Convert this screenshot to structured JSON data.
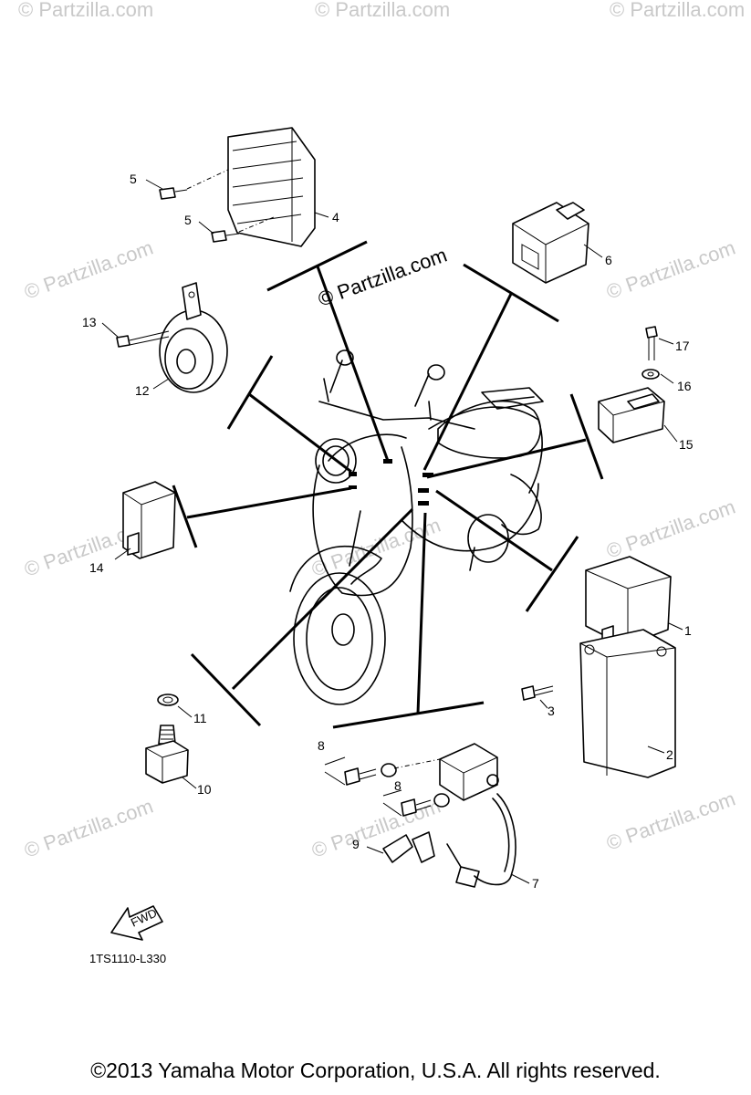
{
  "watermarks": [
    "© Partzilla.com"
  ],
  "site_stamp": "© Partzilla.com",
  "callouts": {
    "c1": "1",
    "c2": "2",
    "c3": "3",
    "c4": "4",
    "c5a": "5",
    "c5b": "5",
    "c6": "6",
    "c7": "7",
    "c8a": "8",
    "c8b": "8",
    "c9": "9",
    "c10": "10",
    "c11": "11",
    "c12": "12",
    "c13": "13",
    "c14": "14",
    "c15": "15",
    "c16": "16",
    "c17": "17"
  },
  "fwd_label": "FWD",
  "diagram_code": "1TS1110-L330",
  "copyright": "©2013  Yamaha Motor Corporation, U.S.A. All rights reserved."
}
